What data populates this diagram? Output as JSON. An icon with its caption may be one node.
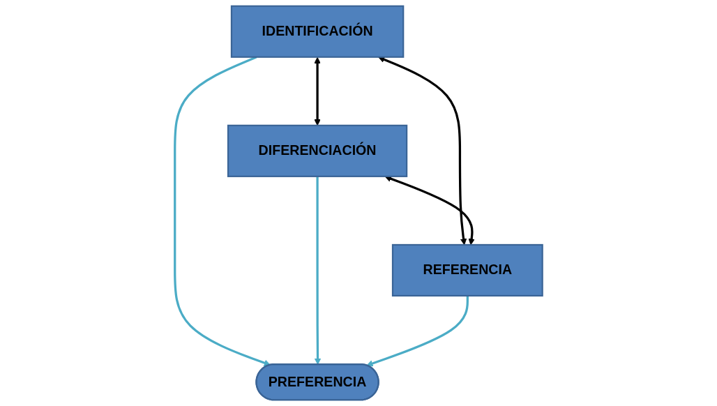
{
  "diagram": {
    "nodes": [
      {
        "text": [
          "IDENTIFICACIÓN"
        ]
      },
      {
        "text": [
          "DIFERENCIACIÓN"
        ]
      },
      {
        "text": [
          "PREFERENCIA"
        ]
      },
      {
        "text": [
          "REFERENCIA"
        ]
      }
    ],
    "edges": [
      {
        "from": 0,
        "to": 1,
        "arrow": "both",
        "color": "#000000"
      },
      {
        "from": 0,
        "to": 2,
        "arrow": "to",
        "color": "#4bacc6"
      },
      {
        "from": 1,
        "to": 2,
        "arrow": "to",
        "color": "#4bacc6"
      },
      {
        "from": 3,
        "to": 2,
        "arrow": "to",
        "color": "#4bacc6"
      },
      {
        "from": 0,
        "to": 3,
        "arrow": "both",
        "color": "#000000"
      },
      {
        "from": 1,
        "to": 3,
        "arrow": "both",
        "color": "#000000"
      }
    ]
  }
}
